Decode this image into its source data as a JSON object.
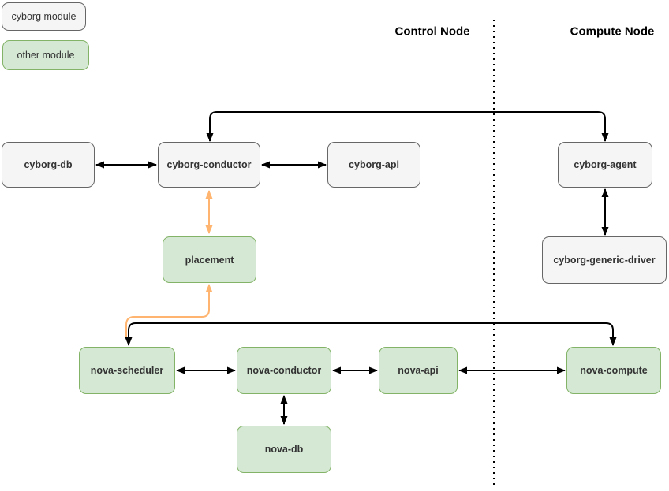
{
  "legend": {
    "items": [
      {
        "id": "cyborg",
        "label": "cyborg module"
      },
      {
        "id": "other",
        "label": "other module"
      }
    ]
  },
  "headers": {
    "control": "Control Node",
    "compute": "Compute Node"
  },
  "nodes": {
    "cyborg_db": {
      "label": "cyborg-db",
      "type": "cyborg"
    },
    "cyborg_conductor": {
      "label": "cyborg-conductor",
      "type": "cyborg"
    },
    "cyborg_api": {
      "label": "cyborg-api",
      "type": "cyborg"
    },
    "cyborg_agent": {
      "label": "cyborg-agent",
      "type": "cyborg"
    },
    "cyborg_generic_driver": {
      "label": "cyborg-generic-driver",
      "type": "cyborg"
    },
    "placement": {
      "label": "placement",
      "type": "other"
    },
    "nova_scheduler": {
      "label": "nova-scheduler",
      "type": "other"
    },
    "nova_conductor": {
      "label": "nova-conductor",
      "type": "other"
    },
    "nova_api": {
      "label": "nova-api",
      "type": "other"
    },
    "nova_compute": {
      "label": "nova-compute",
      "type": "other"
    },
    "nova_db": {
      "label": "nova-db",
      "type": "other"
    }
  },
  "colors": {
    "cyborg_fill": "#f5f5f5",
    "cyborg_border": "#666666",
    "other_fill": "#d5e8d4",
    "other_border": "#82b366",
    "connector_black": "#000000",
    "connector_orange": "#ffb570",
    "label_color": "#333333"
  }
}
